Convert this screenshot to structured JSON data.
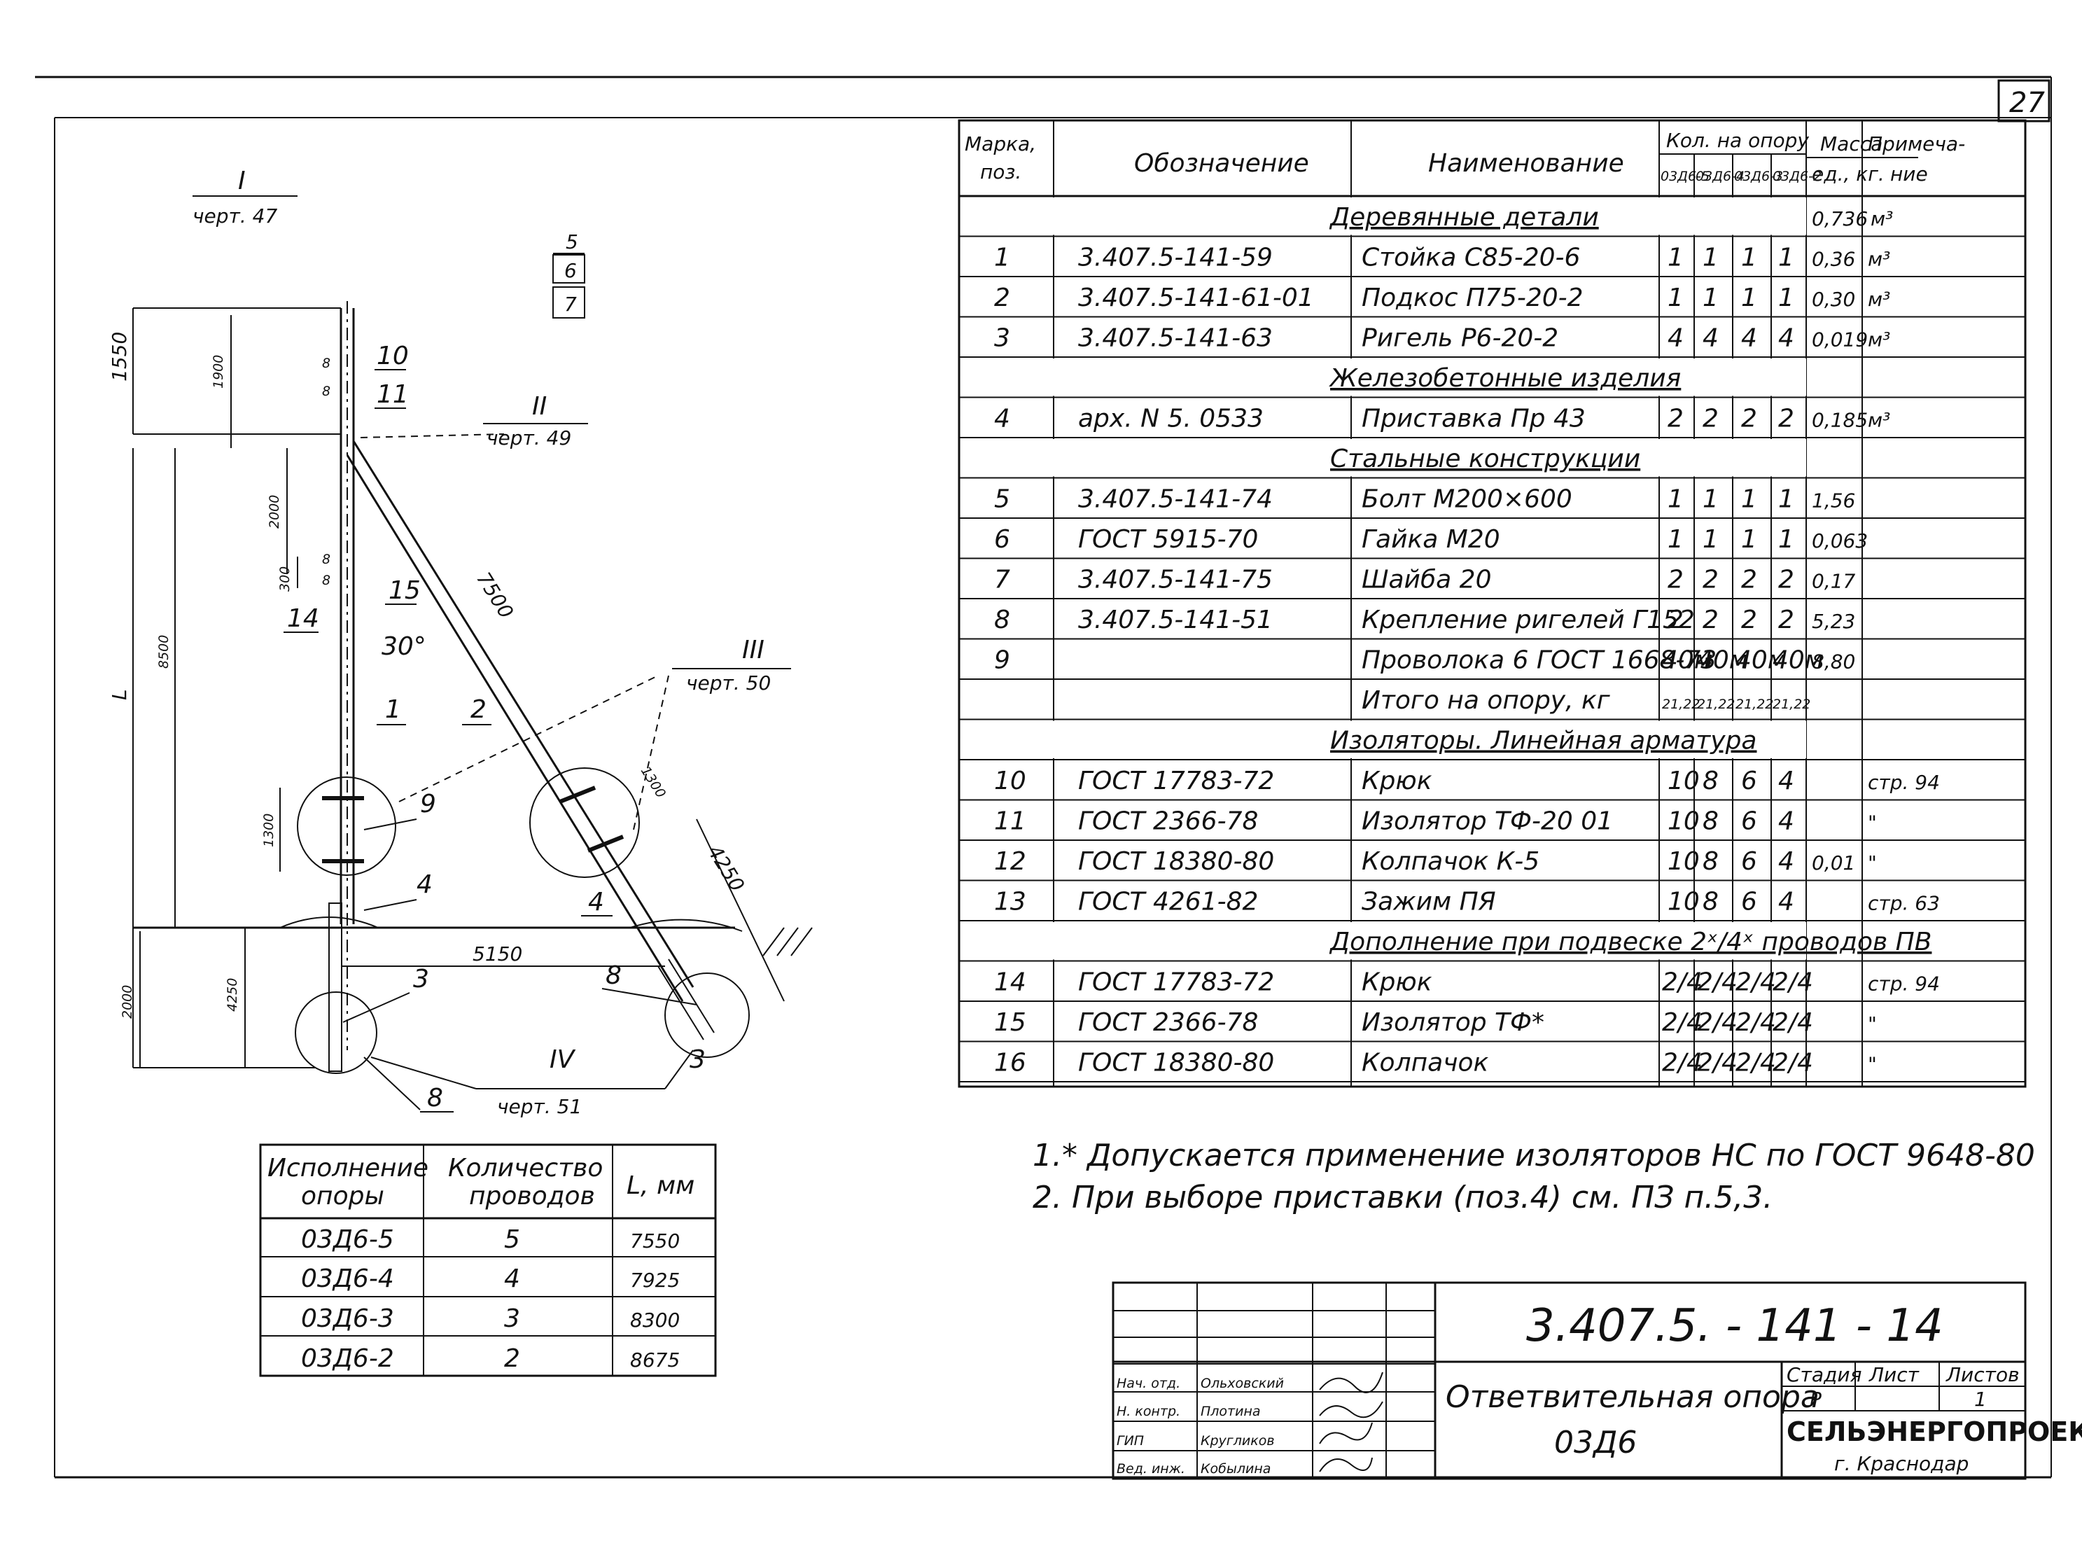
{
  "sheet_number": "27",
  "spec": {
    "headers": {
      "mark": "Марка, поз.",
      "designation": "Обозначение",
      "name": "Наименование",
      "qty": "Кол. на опору",
      "qty_sub": [
        "03Д6-5",
        "03Д6-4",
        "03Д6-3",
        "03Д6-2"
      ],
      "mass": "Масса ед., кг.",
      "note": "Примеча-ние"
    },
    "sections": [
      {
        "title": "Деревянные детали",
        "mass": "0,736",
        "note": "м³",
        "rows": [
          {
            "pos": "1",
            "des": "3.407.5-141-59",
            "name": "Стойка С85-20-6",
            "q": [
              "1",
              "1",
              "1",
              "1"
            ],
            "mass": "0,36",
            "note": "м³"
          },
          {
            "pos": "2",
            "des": "3.407.5-141-61-01",
            "name": "Подкос П75-20-2",
            "q": [
              "1",
              "1",
              "1",
              "1"
            ],
            "mass": "0,30",
            "note": "м³"
          },
          {
            "pos": "3",
            "des": "3.407.5-141-63",
            "name": "Ригель Р6-20-2",
            "q": [
              "4",
              "4",
              "4",
              "4"
            ],
            "mass": "0,019",
            "note": "м³"
          }
        ]
      },
      {
        "title": "Железобетонные изделия",
        "mass": "",
        "note": "",
        "rows": [
          {
            "pos": "4",
            "des": "арх. N 5. 0533",
            "name": "Приставка Пр 43",
            "q": [
              "2",
              "2",
              "2",
              "2"
            ],
            "mass": "0,185",
            "note": "м³"
          }
        ]
      },
      {
        "title": "Стальные конструкции",
        "mass": "",
        "note": "",
        "rows": [
          {
            "pos": "5",
            "des": "3.407.5-141-74",
            "name": "Болт М200×600",
            "q": [
              "1",
              "1",
              "1",
              "1"
            ],
            "mass": "1,56",
            "note": ""
          },
          {
            "pos": "6",
            "des": "ГОСТ 5915-70",
            "name": "Гайка М20",
            "q": [
              "1",
              "1",
              "1",
              "1"
            ],
            "mass": "0,063",
            "note": ""
          },
          {
            "pos": "7",
            "des": "3.407.5-141-75",
            "name": "Шайба 20",
            "q": [
              "2",
              "2",
              "2",
              "2"
            ],
            "mass": "0,17",
            "note": ""
          },
          {
            "pos": "8",
            "des": "3.407.5-141-51",
            "name": "Крепление ригелей Г152",
            "q": [
              "2",
              "2",
              "2",
              "2"
            ],
            "mass": "5,23",
            "note": ""
          },
          {
            "pos": "9",
            "des": "",
            "name": "Проволока 6 ГОСТ 1668-73",
            "q": [
              "40м",
              "40м",
              "40м",
              "40м"
            ],
            "mass": "8,80",
            "note": ""
          },
          {
            "pos": "",
            "des": "",
            "name": "Итого на опору, кг",
            "q": [
              "21,22",
              "21,22",
              "21,22",
              "21,22"
            ],
            "mass": "",
            "note": ""
          }
        ]
      },
      {
        "title": "Изоляторы. Линейная арматура",
        "mass": "",
        "note": "",
        "rows": [
          {
            "pos": "10",
            "des": "ГОСТ 17783-72",
            "name": "Крюк",
            "q": [
              "10",
              "8",
              "6",
              "4"
            ],
            "mass": "",
            "note": "стр. 94"
          },
          {
            "pos": "11",
            "des": "ГОСТ 2366-78",
            "name": "Изолятор ТФ-20 01",
            "q": [
              "10",
              "8",
              "6",
              "4"
            ],
            "mass": "",
            "note": "\""
          },
          {
            "pos": "12",
            "des": "ГОСТ 18380-80",
            "name": "Колпачок К-5",
            "q": [
              "10",
              "8",
              "6",
              "4"
            ],
            "mass": "0,01",
            "note": "\""
          },
          {
            "pos": "13",
            "des": "ГОСТ 4261-82",
            "name": "Зажим ПЯ",
            "q": [
              "10",
              "8",
              "6",
              "4"
            ],
            "mass": "",
            "note": "стр. 63"
          }
        ]
      },
      {
        "title": "Дополнение при подвеске 2ˣ/4ˣ проводов ПВ",
        "mass": "",
        "note": "",
        "rows": [
          {
            "pos": "14",
            "des": "ГОСТ 17783-72",
            "name": "Крюк",
            "q": [
              "2/4",
              "2/4",
              "2/4",
              "2/4"
            ],
            "mass": "",
            "note": "стр. 94"
          },
          {
            "pos": "15",
            "des": "ГОСТ 2366-78",
            "name": "Изолятор ТФ*",
            "q": [
              "2/4",
              "2/4",
              "2/4",
              "2/4"
            ],
            "mass": "",
            "note": "\""
          },
          {
            "pos": "16",
            "des": "ГОСТ 18380-80",
            "name": "Колпачок",
            "q": [
              "2/4",
              "2/4",
              "2/4",
              "2/4"
            ],
            "mass": "",
            "note": "\""
          }
        ]
      }
    ]
  },
  "notes": [
    "1.* Допускается применение изоляторов НС по ГОСТ 9648-80",
    "2. При выборе приставки (поз.4) см. ПЗ п.5,3."
  ],
  "variants_table": {
    "headers": [
      "Исполнение опоры",
      "Количество проводов",
      "L, мм"
    ],
    "rows": [
      [
        "03Д6-5",
        "5",
        "7550"
      ],
      [
        "03Д6-4",
        "4",
        "7925"
      ],
      [
        "03Д6-3",
        "3",
        "8300"
      ],
      [
        "03Д6-2",
        "2",
        "8675"
      ]
    ]
  },
  "title_block": {
    "doc_number": "3.407.5. - 141 - 14",
    "title_line1": "Ответвительная опора",
    "title_line2": "03Д6",
    "stage_label": "Стадия",
    "sheet_label": "Лист",
    "sheets_label": "Листов",
    "stage": "Р",
    "sheet": "",
    "sheets": "1",
    "org": "СЕЛЬЭНЕРГОПРОЕКТ",
    "city": "г. Краснодар",
    "roles": [
      {
        "role": "Нач. отд.",
        "name": "Ольховский"
      },
      {
        "role": "Н. контр.",
        "name": "Плотина"
      },
      {
        "role": "ГИП",
        "name": "Кругликов"
      },
      {
        "role": "Вед. инж.",
        "name": "Кобылина"
      }
    ]
  },
  "drawing_labels": {
    "ref_I": "I",
    "ref_I_sheet": "черт. 47",
    "ref_II": "II",
    "ref_II_sheet": "черт. 49",
    "ref_III": "III",
    "ref_III_sheet": "черт. 50",
    "ref_IV": "IV",
    "ref_IV_sheet": "черт. 51",
    "dim_1550": "1550",
    "dim_1900": "1900",
    "dim_2000": "2000",
    "dim_300": "300",
    "dim_8500": "8500",
    "dim_L": "L",
    "dim_7500": "7500",
    "dim_1300a": "1300",
    "dim_1300b": "1300",
    "dim_4250a": "4250",
    "dim_4250b": "4250",
    "dim_5150": "5150",
    "dim_2000b": "2000",
    "angle": "30°",
    "pos_5": "5",
    "pos_6": "6",
    "pos_7": "7",
    "pos_10": "10",
    "pos_11": "11",
    "pos_14": "14",
    "pos_15": "15",
    "pos_1": "1",
    "pos_2": "2",
    "pos_9": "9",
    "pos_4a": "4",
    "pos_4b": "4",
    "pos_3a": "3",
    "pos_3b": "3",
    "pos_8a": "8",
    "pos_8b": "8",
    "small_marks": [
      "8",
      "8",
      "8",
      "8"
    ]
  }
}
